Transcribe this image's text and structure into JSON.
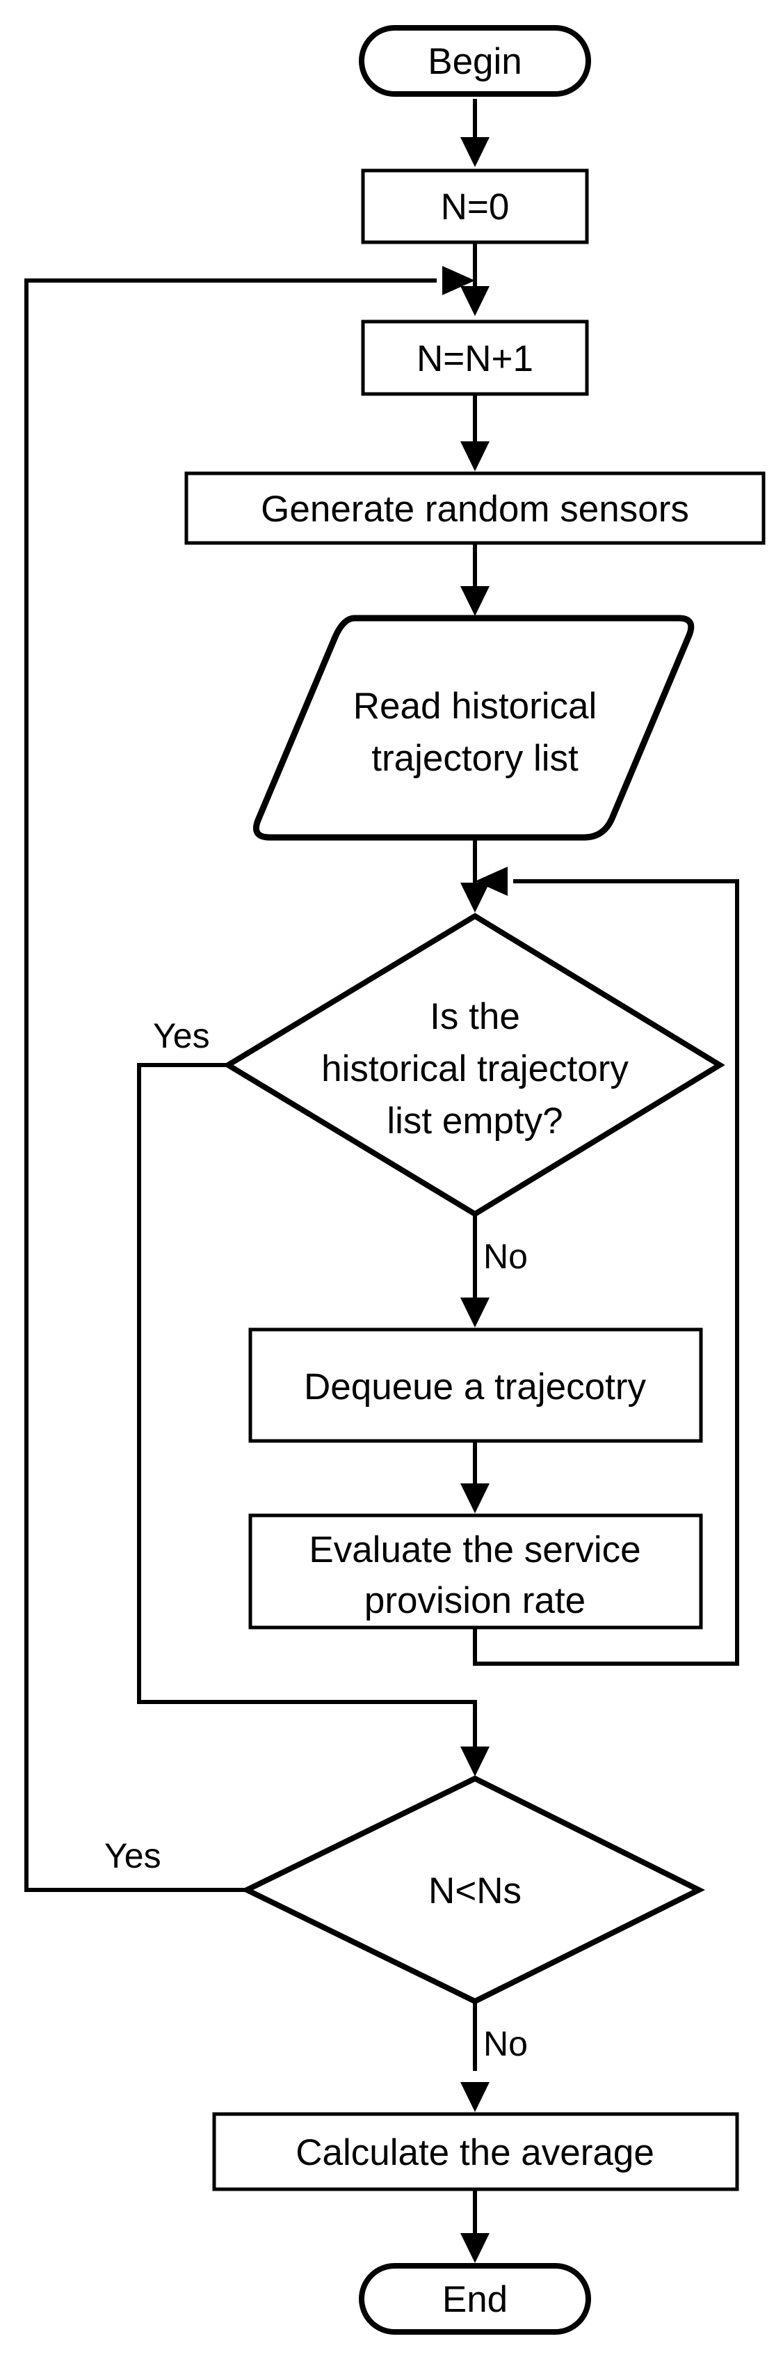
{
  "nodes": {
    "begin": "Begin",
    "init": "N=0",
    "increment": "N=N+1",
    "generate": "Generate random sensors",
    "read_line1": "Read historical",
    "read_line2": "trajectory list",
    "check_line1": "Is the",
    "check_line2": "historical trajectory",
    "check_line3": "list empty?",
    "dequeue": "Dequeue a trajecotry",
    "evaluate_line1": "Evaluate the service",
    "evaluate_line2": "provision rate",
    "loop_check": "N<Ns",
    "average": "Calculate the average",
    "end": "End"
  },
  "edge_labels": {
    "check_yes": "Yes",
    "check_no": "No",
    "loop_yes": "Yes",
    "loop_no": "No"
  }
}
